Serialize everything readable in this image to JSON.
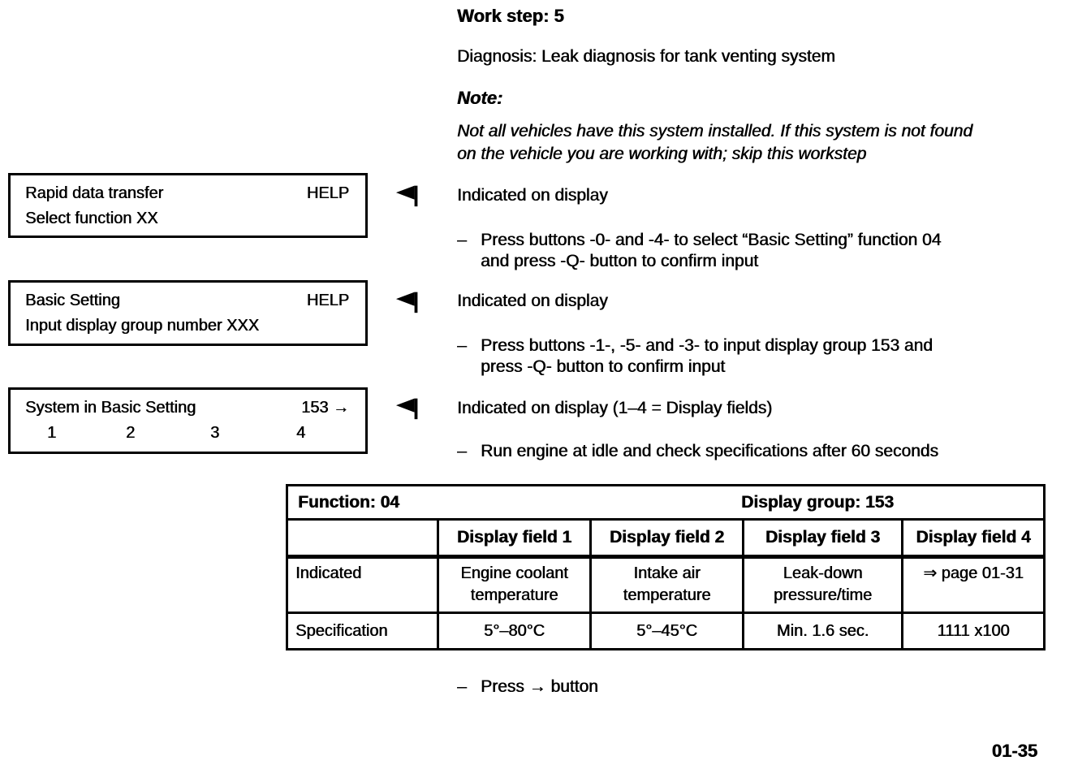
{
  "page": {
    "number": "01-35"
  },
  "chars": {
    "dash": "–"
  },
  "header": {
    "work_step": "Work step: 5",
    "diagnosis": "Diagnosis: Leak diagnosis for tank venting system",
    "note_label": "Note:",
    "note_lines": [
      "Not all vehicles have this system installed. If this system is not found",
      "on the vehicle you are working with; skip this workstep"
    ]
  },
  "displays": [
    {
      "line1_left": "Rapid data transfer",
      "line1_right": "HELP",
      "line2": "Select function XX"
    },
    {
      "line1_left": "Basic Setting",
      "line1_right": "HELP",
      "line2": "Input display group number XXX"
    },
    {
      "line1_left": "System in Basic Setting",
      "line1_right": "153 →",
      "digits": [
        "1",
        "2",
        "3",
        "4"
      ]
    }
  ],
  "steps": [
    {
      "indicated": "Indicated on display",
      "bullet_lines": [
        "Press buttons -0- and -4- to select “Basic Setting” function 04",
        "and press -Q- button to confirm input"
      ]
    },
    {
      "indicated": "Indicated on display",
      "bullet_lines": [
        "Press buttons -1-, -5- and -3- to input display group 153 and",
        "press -Q- button to confirm input"
      ]
    },
    {
      "indicated": "Indicated on display (1–4 = Display fields)",
      "bullet_lines": [
        "Run engine at idle and check specifications after 60 seconds"
      ]
    }
  ],
  "table": {
    "function_label": "Function: 04",
    "display_group_label": "Display group: 153",
    "field_headers": [
      "Display field 1",
      "Display field 2",
      "Display field 3",
      "Display field 4"
    ],
    "rows": [
      {
        "label": "Indicated",
        "cells": [
          [
            "Engine coolant",
            "temperature"
          ],
          [
            "Intake air",
            "temperature"
          ],
          [
            "Leak-down",
            "pressure/time"
          ],
          [
            "⇒ page 01-31"
          ]
        ]
      },
      {
        "label": "Specification",
        "cells": [
          [
            "5°–80°C"
          ],
          [
            "5°–45°C"
          ],
          [
            "Min. 1.6 sec."
          ],
          [
            "1111 x100"
          ]
        ]
      }
    ]
  },
  "footer": {
    "bullet": "Press → button"
  }
}
